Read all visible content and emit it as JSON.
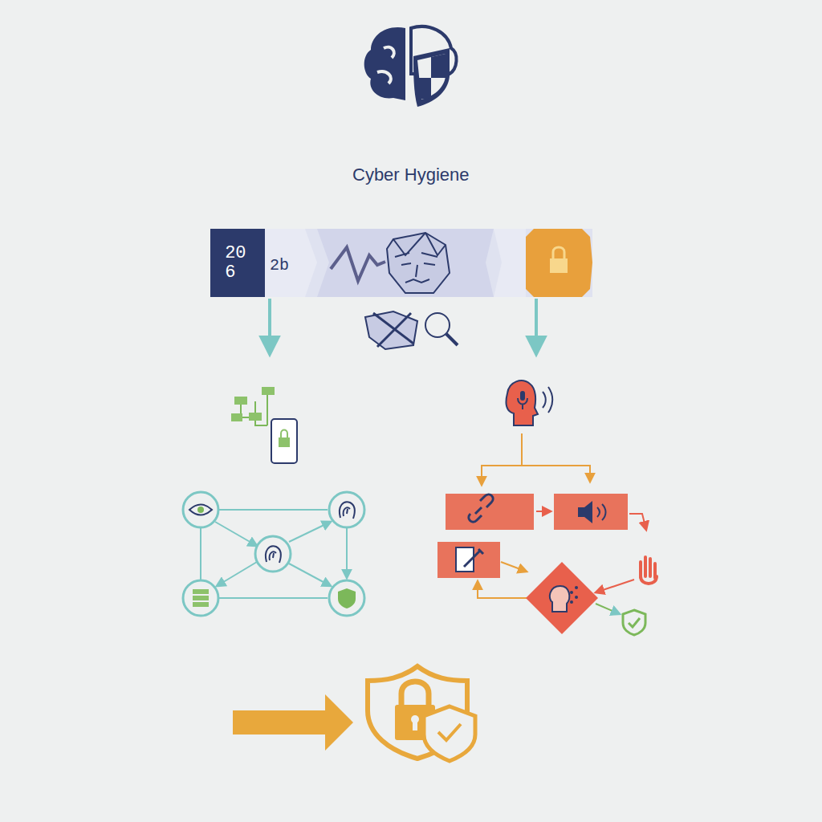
{
  "diagram": {
    "title": "Cyber Hygiene",
    "nodes": [
      {
        "text": [
          "20 6"
        ]
      }
    ],
    "labels": [
      "2b"
    ]
  }
}
